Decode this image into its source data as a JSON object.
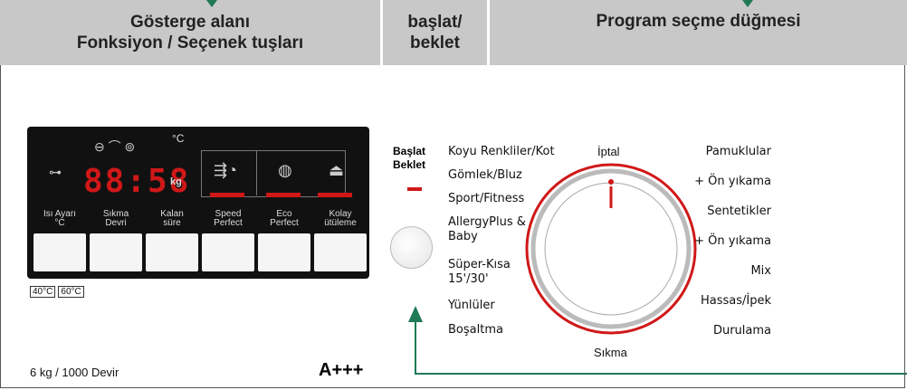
{
  "header": {
    "display_area_line1": "Gösterge alanı",
    "display_area_line2": "Fonksiyon / Seçenek tuşları",
    "start_line1": "başlat/",
    "start_line2": "beklet",
    "program_selector": "Program seçme düğmesi"
  },
  "display_panel": {
    "time": "88:58",
    "deg_symbol": "°C",
    "kg": "kg",
    "buttons": [
      {
        "label_line1": "Isı Ayarı",
        "label_line2": "°C"
      },
      {
        "label_line1": "Sıkma",
        "label_line2": "Devri"
      },
      {
        "label_line1": "Kalan",
        "label_line2": "süre"
      },
      {
        "label_line1": "Speed",
        "label_line2": "Perfect"
      },
      {
        "label_line1": "Eco",
        "label_line2": "Perfect"
      },
      {
        "label_line1": "Kolay",
        "label_line2": "ütüleme"
      }
    ],
    "temp_tags": [
      "40°C",
      "60°C"
    ]
  },
  "start_button": {
    "label_line1": "Başlat",
    "label_line2": "Beklet"
  },
  "programs_left": [
    "Koyu Renkliler/Kot",
    "Gömlek/Bluz",
    "Sport/Fitness",
    "AllergyPlus &",
    "Baby",
    "Süper-Kısa",
    "15'/30'",
    "Yünlüler",
    "Boşaltma"
  ],
  "programs_right": [
    "Pamuklular",
    "+ Ön yıkama",
    "Sentetikler",
    "+ Ön yıkama",
    "Mix",
    "Hassas/İpek",
    "Durulama"
  ],
  "dial": {
    "top_label": "İptal",
    "bottom_label": "Sıkma"
  },
  "capacity": "6 kg / 1000 Devir",
  "energy_class": "A+++",
  "colors": {
    "accent_green": "#1f7a55",
    "red": "#d01818",
    "header_gray": "#c8c8c8"
  }
}
